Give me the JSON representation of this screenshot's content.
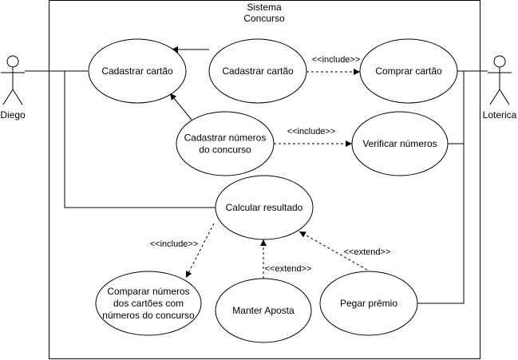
{
  "system": {
    "title_line1": "Sistema",
    "title_line2": "Concurso"
  },
  "actors": {
    "left": "Diego",
    "right": "Loterica"
  },
  "use_cases": {
    "cadastrar_cartao_main": [
      "Cadastrar cartão"
    ],
    "cadastrar_cartao_secondary": [
      "Cadastrar cartão"
    ],
    "comprar_cartao": [
      "Comprar cartão"
    ],
    "cadastrar_numeros": [
      "Cadastrar números",
      "do concurso"
    ],
    "verificar_numeros": [
      "Verificar números"
    ],
    "calcular_resultado": [
      "Calcular resultado"
    ],
    "comparar_numeros": [
      "Comparar números",
      "dos cartões com",
      "números do concurso"
    ],
    "manter_aposta": [
      "Manter Aposta"
    ],
    "pegar_premio": [
      "Pegar prêmio"
    ]
  },
  "relations": {
    "include_comprar": "<<include>>",
    "include_verificar": "<<include>>",
    "include_comparar": "<<include>>",
    "extend_manter": "<<extend>>",
    "extend_pegar": "<<extend>>"
  }
}
